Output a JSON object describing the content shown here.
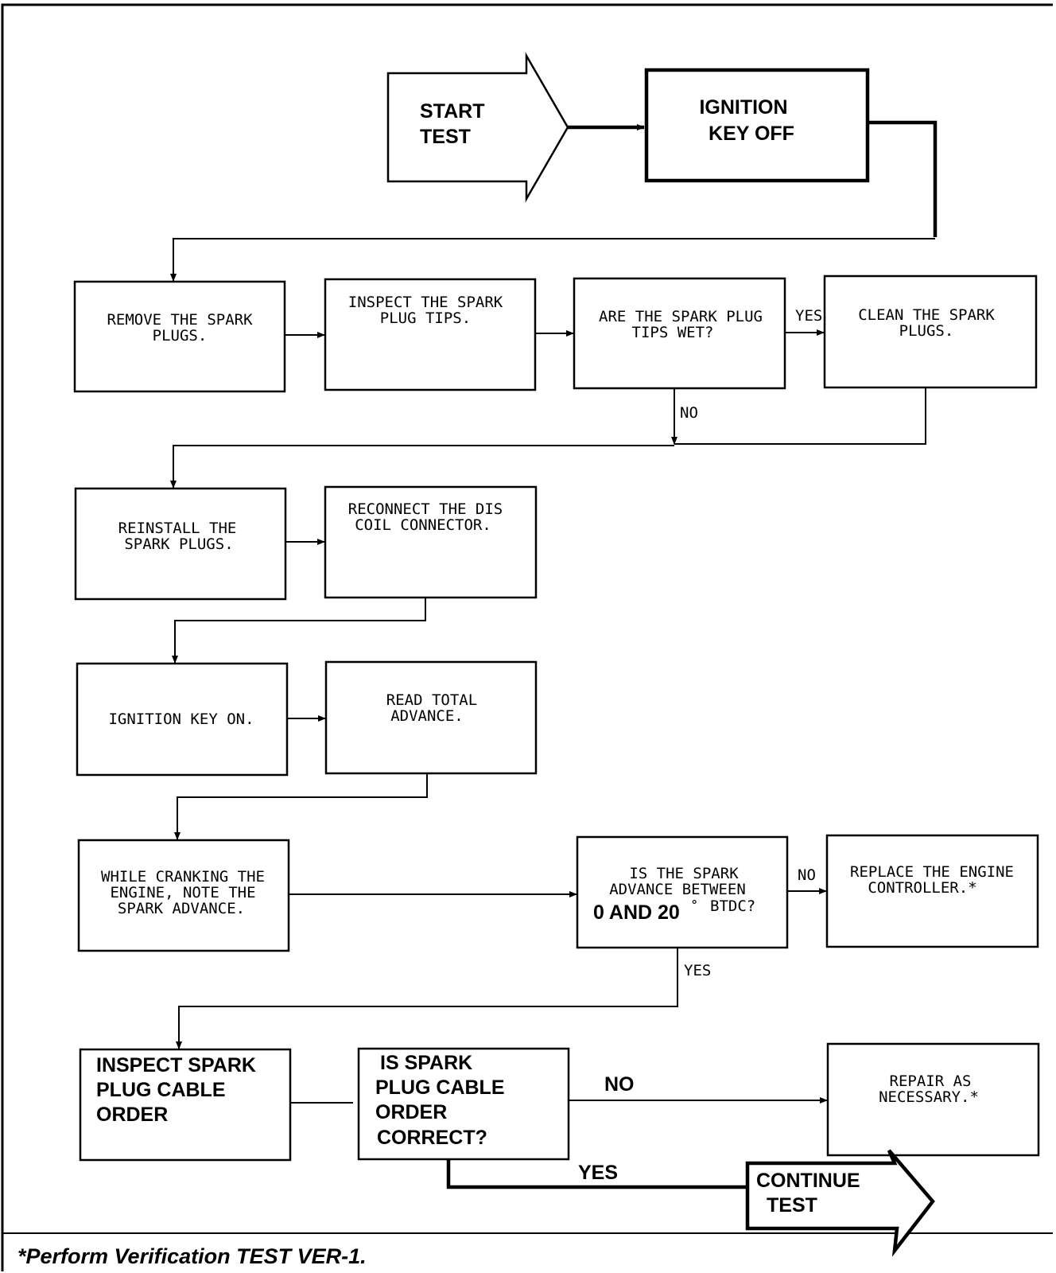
{
  "start": {
    "line1": "START",
    "line2": "TEST"
  },
  "key_off": {
    "line1": "IGNITION",
    "line2": "KEY OFF"
  },
  "remove_plugs": {
    "line1": "REMOVE THE SPARK",
    "line2": "PLUGS."
  },
  "inspect_tips": {
    "line1": "INSPECT THE SPARK",
    "line2": "PLUG TIPS."
  },
  "tips_wet": {
    "line1": "ARE THE SPARK PLUG",
    "line2": "TIPS WET?"
  },
  "clean_plugs": {
    "line1": "CLEAN THE SPARK",
    "line2": "PLUGS."
  },
  "reinstall": {
    "line1": "REINSTALL THE",
    "line2": "SPARK PLUGS."
  },
  "reconnect": {
    "line1": "RECONNECT THE DIS",
    "line2": "COIL CONNECTOR."
  },
  "key_on": {
    "line1": "IGNITION KEY ON."
  },
  "read_advance": {
    "line1": "READ TOTAL",
    "line2": "ADVANCE."
  },
  "cranking": {
    "line1": "WHILE CRANKING THE",
    "line2": "ENGINE, NOTE THE",
    "line3": "SPARK ADVANCE."
  },
  "advance_q": {
    "line1": "IS THE SPARK",
    "line2": "ADVANCE BETWEEN",
    "line3_bold": "0 AND 20",
    "line3_deg": "°",
    "line3_rest": "BTDC?"
  },
  "replace": {
    "line1": "REPLACE THE ENGINE",
    "line2": "CONTROLLER.*"
  },
  "inspect_order": {
    "line1": "INSPECT SPARK",
    "line2": "PLUG CABLE",
    "line3": "ORDER"
  },
  "order_q": {
    "line1": "IS SPARK",
    "line2": "PLUG CABLE",
    "line3": "ORDER",
    "line4": "CORRECT?"
  },
  "repair": {
    "line1": "REPAIR AS",
    "line2": "NECESSARY.*"
  },
  "continue": {
    "line1": "CONTINUE",
    "line2": "TEST"
  },
  "labels": {
    "yes": "YES",
    "no": "NO"
  },
  "footnote": "*Perform Verification TEST VER-1."
}
